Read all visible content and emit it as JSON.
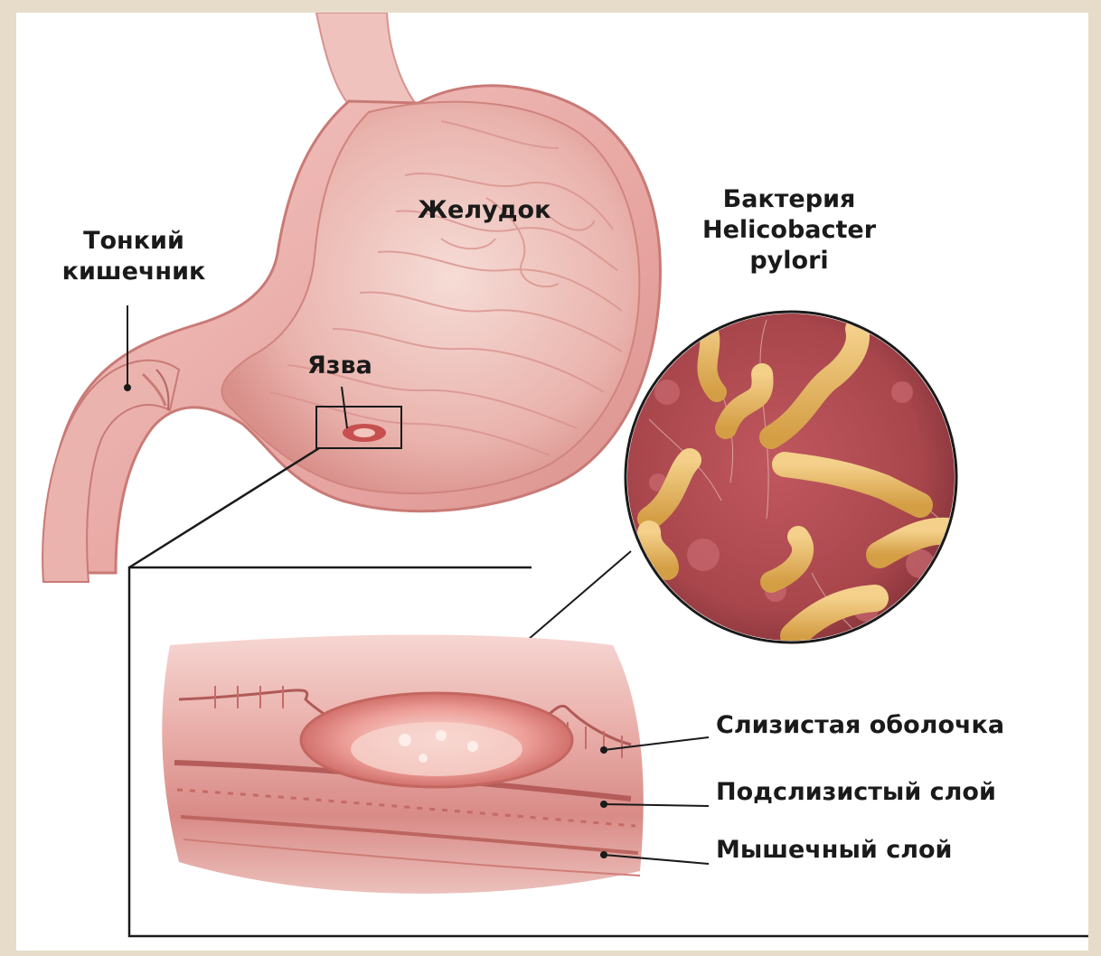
{
  "labels": {
    "small_intestine": [
      "Тонкий",
      "кишечник"
    ],
    "stomach": "Желудок",
    "ulcer": "Язва",
    "bacterium": [
      "Бактерия",
      "Helicobacter",
      "pylori"
    ],
    "mucosa": "Слизистая оболочка",
    "submucosa": "Подслизистый слой",
    "muscle_layer": "Мышечный слой"
  },
  "colors": {
    "background_frame": "#e7dcc9",
    "tissue": "#e9a3a0",
    "tissue_dark": "#c97672",
    "bacteria": "#e3b55e",
    "bacteria_background": "#a8464c",
    "leader_lines": "#1a1a1a"
  }
}
